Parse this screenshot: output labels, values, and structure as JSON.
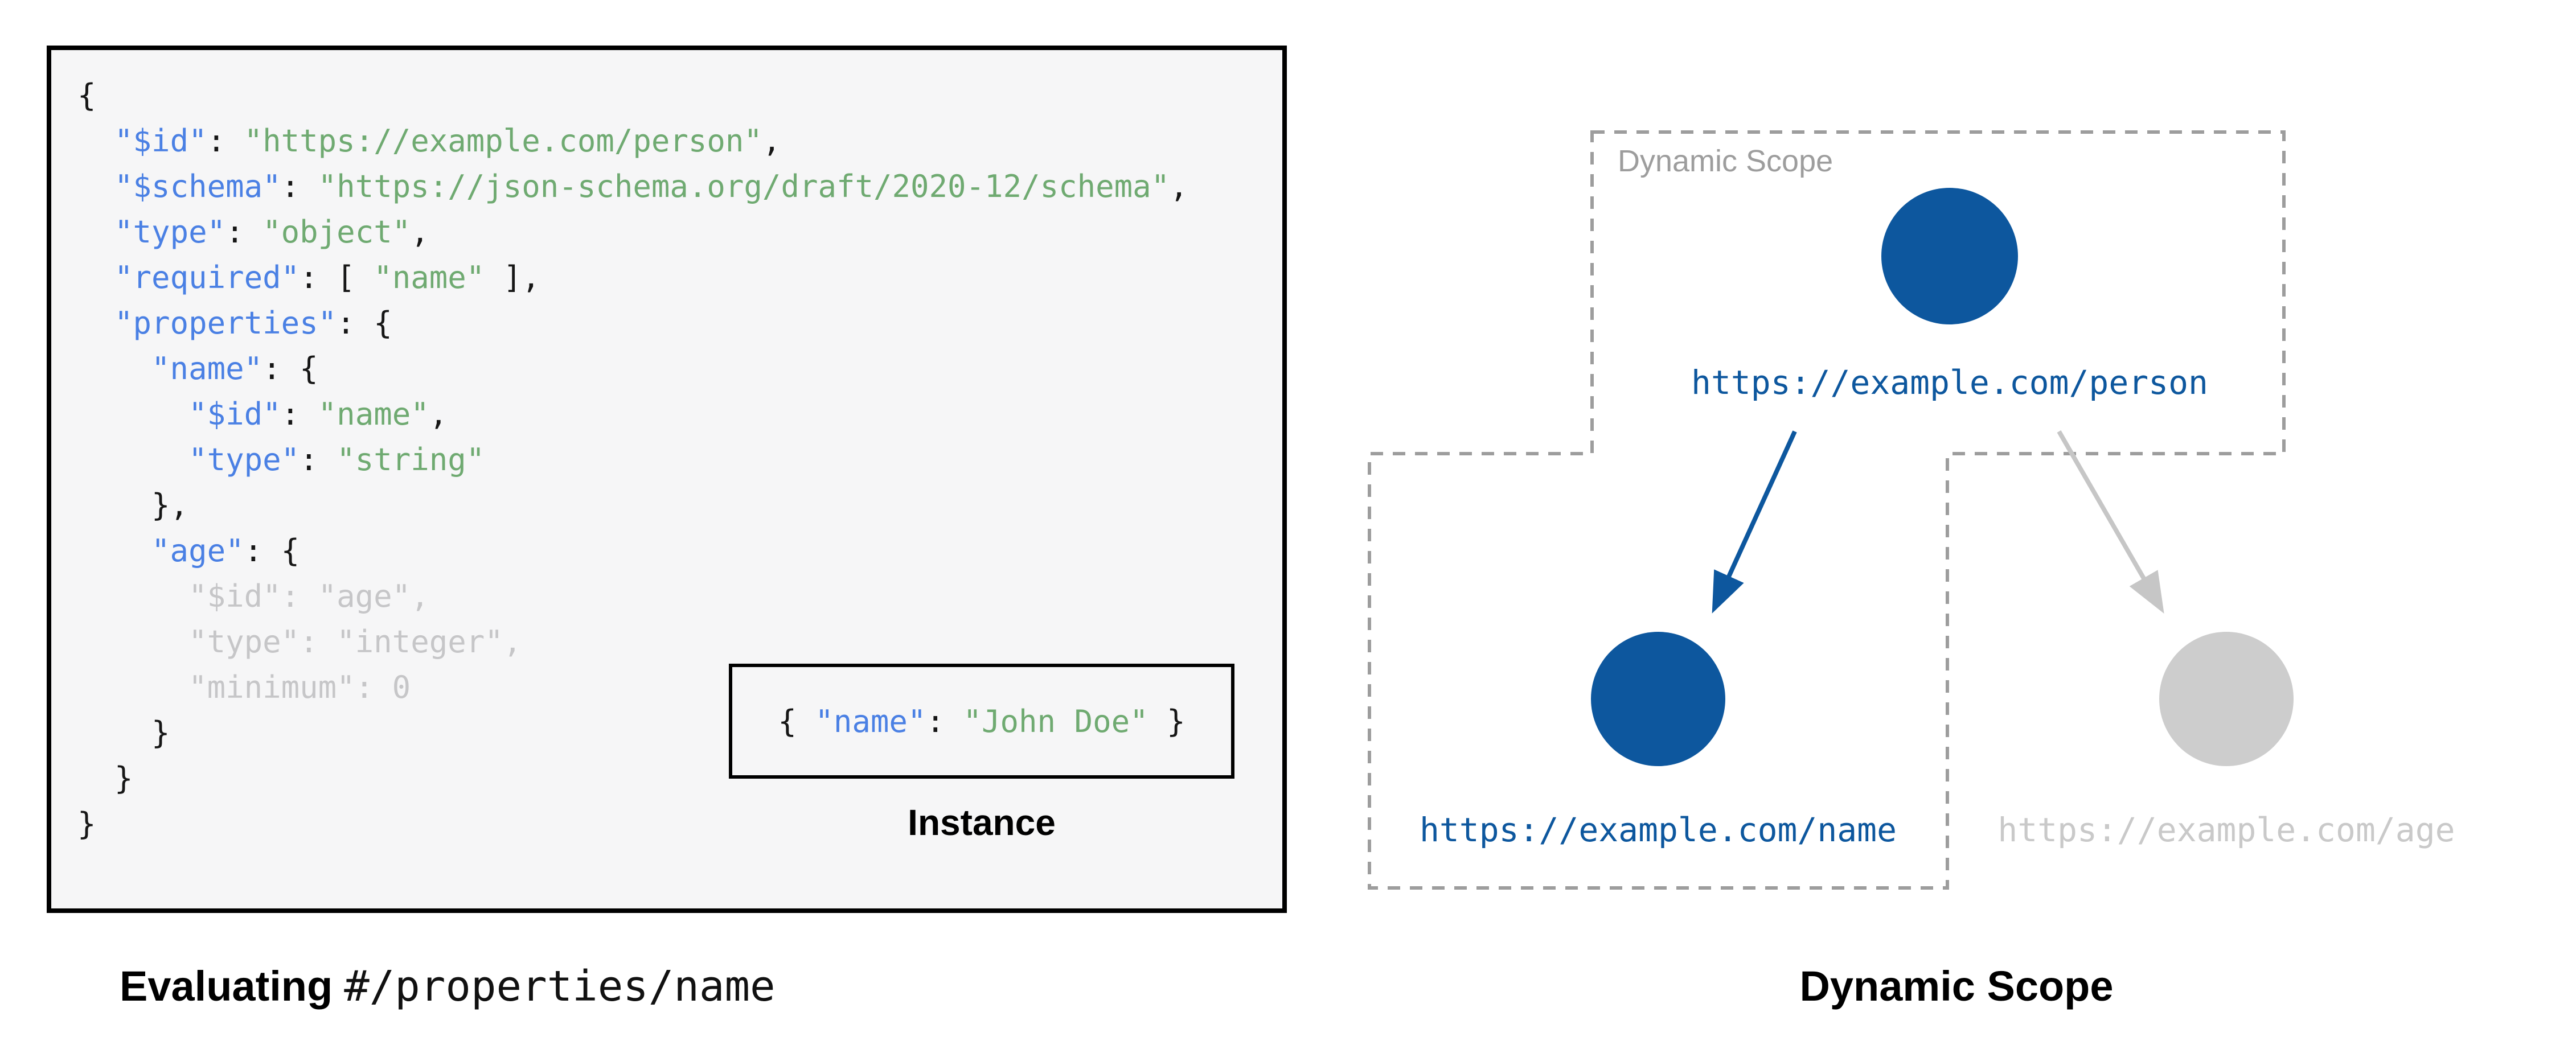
{
  "left_panel": {
    "code_lines": [
      [
        {
          "c": "p",
          "t": "{"
        }
      ],
      [
        {
          "c": "p",
          "t": "  "
        },
        {
          "c": "k",
          "t": "\"$id\""
        },
        {
          "c": "p",
          "t": ": "
        },
        {
          "c": "s",
          "t": "\"https://example.com/person\""
        },
        {
          "c": "p",
          "t": ","
        }
      ],
      [
        {
          "c": "p",
          "t": "  "
        },
        {
          "c": "k",
          "t": "\"$schema\""
        },
        {
          "c": "p",
          "t": ": "
        },
        {
          "c": "s",
          "t": "\"https://json-schema.org/draft/2020-12/schema\""
        },
        {
          "c": "p",
          "t": ","
        }
      ],
      [
        {
          "c": "p",
          "t": "  "
        },
        {
          "c": "k",
          "t": "\"type\""
        },
        {
          "c": "p",
          "t": ": "
        },
        {
          "c": "s",
          "t": "\"object\""
        },
        {
          "c": "p",
          "t": ","
        }
      ],
      [
        {
          "c": "p",
          "t": "  "
        },
        {
          "c": "k",
          "t": "\"required\""
        },
        {
          "c": "p",
          "t": ": [ "
        },
        {
          "c": "s",
          "t": "\"name\""
        },
        {
          "c": "p",
          "t": " ],"
        }
      ],
      [
        {
          "c": "p",
          "t": "  "
        },
        {
          "c": "k",
          "t": "\"properties\""
        },
        {
          "c": "p",
          "t": ": {"
        }
      ],
      [
        {
          "c": "p",
          "t": "    "
        },
        {
          "c": "k",
          "t": "\"name\""
        },
        {
          "c": "p",
          "t": ": {"
        }
      ],
      [
        {
          "c": "p",
          "t": "      "
        },
        {
          "c": "k",
          "t": "\"$id\""
        },
        {
          "c": "p",
          "t": ": "
        },
        {
          "c": "s",
          "t": "\"name\""
        },
        {
          "c": "p",
          "t": ","
        }
      ],
      [
        {
          "c": "p",
          "t": "      "
        },
        {
          "c": "k",
          "t": "\"type\""
        },
        {
          "c": "p",
          "t": ": "
        },
        {
          "c": "s",
          "t": "\"string\""
        }
      ],
      [
        {
          "c": "p",
          "t": "    },"
        }
      ],
      [
        {
          "c": "p",
          "t": "    "
        },
        {
          "c": "k",
          "t": "\"age\""
        },
        {
          "c": "p",
          "t": ": {"
        }
      ],
      [
        {
          "c": "m",
          "t": "      \"$id\": \"age\","
        }
      ],
      [
        {
          "c": "m",
          "t": "      \"type\": \"integer\","
        }
      ],
      [
        {
          "c": "m",
          "t": "      \"minimum\": 0"
        }
      ],
      [
        {
          "c": "p",
          "t": "    }"
        }
      ],
      [
        {
          "c": "p",
          "t": "  }"
        }
      ],
      [
        {
          "c": "p",
          "t": "}"
        }
      ]
    ],
    "instance_box": {
      "segments": [
        {
          "c": "p",
          "t": "{ "
        },
        {
          "c": "k",
          "t": "\"name\""
        },
        {
          "c": "p",
          "t": ": "
        },
        {
          "c": "s",
          "t": "\"John Doe\""
        },
        {
          "c": "p",
          "t": " }"
        }
      ],
      "label": "Instance"
    },
    "caption_bold": "Evaluating",
    "caption_mono": "#/properties/name"
  },
  "right_panel": {
    "scope_label": "Dynamic Scope",
    "caption": "Dynamic Scope",
    "nodes": {
      "person": {
        "url": "https://example.com/person",
        "state": "active"
      },
      "name": {
        "url": "https://example.com/name",
        "state": "active"
      },
      "age": {
        "url": "https://example.com/age",
        "state": "inactive"
      }
    }
  },
  "colors": {
    "key_blue": "#4a80e4",
    "string_green": "#6faa71",
    "muted_gray": "#c6c6c8",
    "node_blue": "#0d579e",
    "node_gray": "#cdcdcd",
    "dash_gray": "#9d9d9d",
    "age_text_gray": "#c9c9c9",
    "panel_bg": "#f6f6f7"
  }
}
